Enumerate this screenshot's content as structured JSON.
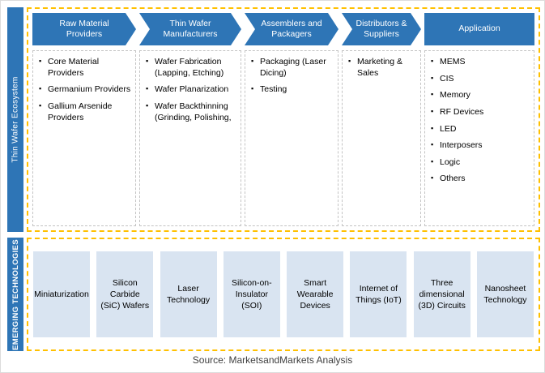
{
  "ecosystem": {
    "label": "Thin Wafer Ecosystem",
    "columns": [
      {
        "header": "Raw Material Providers",
        "items": [
          "Core Material Providers",
          "Germanium Providers",
          "Gallium Arsenide Providers"
        ]
      },
      {
        "header": "Thin Wafer Manufacturers",
        "items": [
          "Wafer Fabrication (Lapping, Etching)",
          "Wafer Planarization",
          "Wafer Backthinning (Grinding, Polishing,"
        ]
      },
      {
        "header": "Assemblers and Packagers",
        "items": [
          "Packaging (Laser Dicing)",
          "Testing"
        ]
      },
      {
        "header": "Distributors & Suppliers",
        "items": [
          "Marketing & Sales"
        ]
      },
      {
        "header": "Application",
        "items": [
          "MEMS",
          "CIS",
          "Memory",
          "RF Devices",
          "LED",
          "Interposers",
          "Logic",
          "Others"
        ]
      }
    ]
  },
  "emerging": {
    "label": "EMERGING TECHNOLOGIES",
    "boxes": [
      "Miniaturization",
      "Silicon Carbide (SiC) Wafers",
      "Laser Technology",
      "Silicon-on-Insulator (SOI)",
      "Smart Wearable Devices",
      "Internet of Things (IoT)",
      "Three dimensional (3D) Circuits",
      "Nanosheet Technology"
    ]
  },
  "source": "Source: MarketsandMarkets Analysis",
  "colors": {
    "accent_blue": "#2E75B6",
    "light_blue": "#D9E4F1",
    "dashed_border": "#FFC000"
  }
}
